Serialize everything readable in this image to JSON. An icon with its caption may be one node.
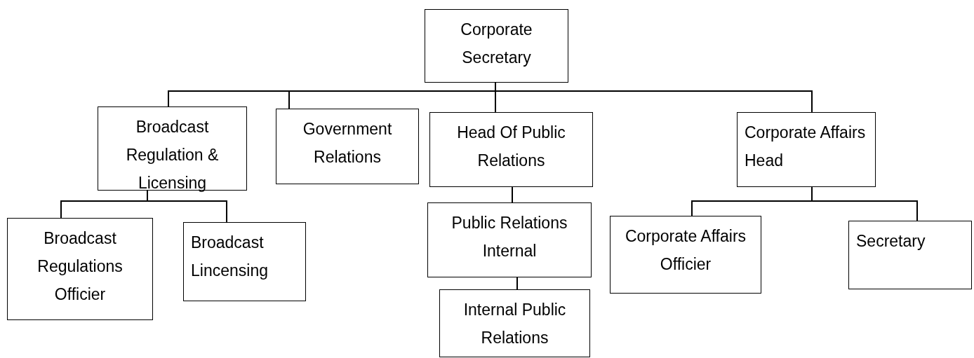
{
  "diagram": {
    "nodes": [
      {
        "text": [
          "Corporate Secretary"
        ]
      },
      {
        "text": [
          "Broadcast Regulation & Licensing"
        ]
      },
      {
        "text": [
          "Government Relations"
        ]
      },
      {
        "text": [
          "Head Of Public Relations"
        ]
      },
      {
        "text": [
          "Corporate Affairs Head"
        ]
      },
      {
        "text": [
          "Broadcast Regulations Officier"
        ]
      },
      {
        "text": [
          "Broadcast Lincensing"
        ]
      },
      {
        "text": [
          "Public Relations Internal"
        ]
      },
      {
        "text": [
          "Internal Public Relations"
        ]
      },
      {
        "text": [
          "Corporate Affairs Officier"
        ]
      },
      {
        "text": [
          "Secretary"
        ]
      }
    ],
    "edges": [
      {
        "from": 0,
        "to": 1,
        "arrow": "none"
      },
      {
        "from": 0,
        "to": 2,
        "arrow": "none"
      },
      {
        "from": 0,
        "to": 3,
        "arrow": "none"
      },
      {
        "from": 0,
        "to": 4,
        "arrow": "none"
      },
      {
        "from": 1,
        "to": 5,
        "arrow": "none"
      },
      {
        "from": 1,
        "to": 6,
        "arrow": "none"
      },
      {
        "from": 3,
        "to": 7,
        "arrow": "none"
      },
      {
        "from": 7,
        "to": 8,
        "arrow": "none"
      },
      {
        "from": 4,
        "to": 9,
        "arrow": "none"
      },
      {
        "from": 4,
        "to": 10,
        "arrow": "none"
      }
    ]
  }
}
